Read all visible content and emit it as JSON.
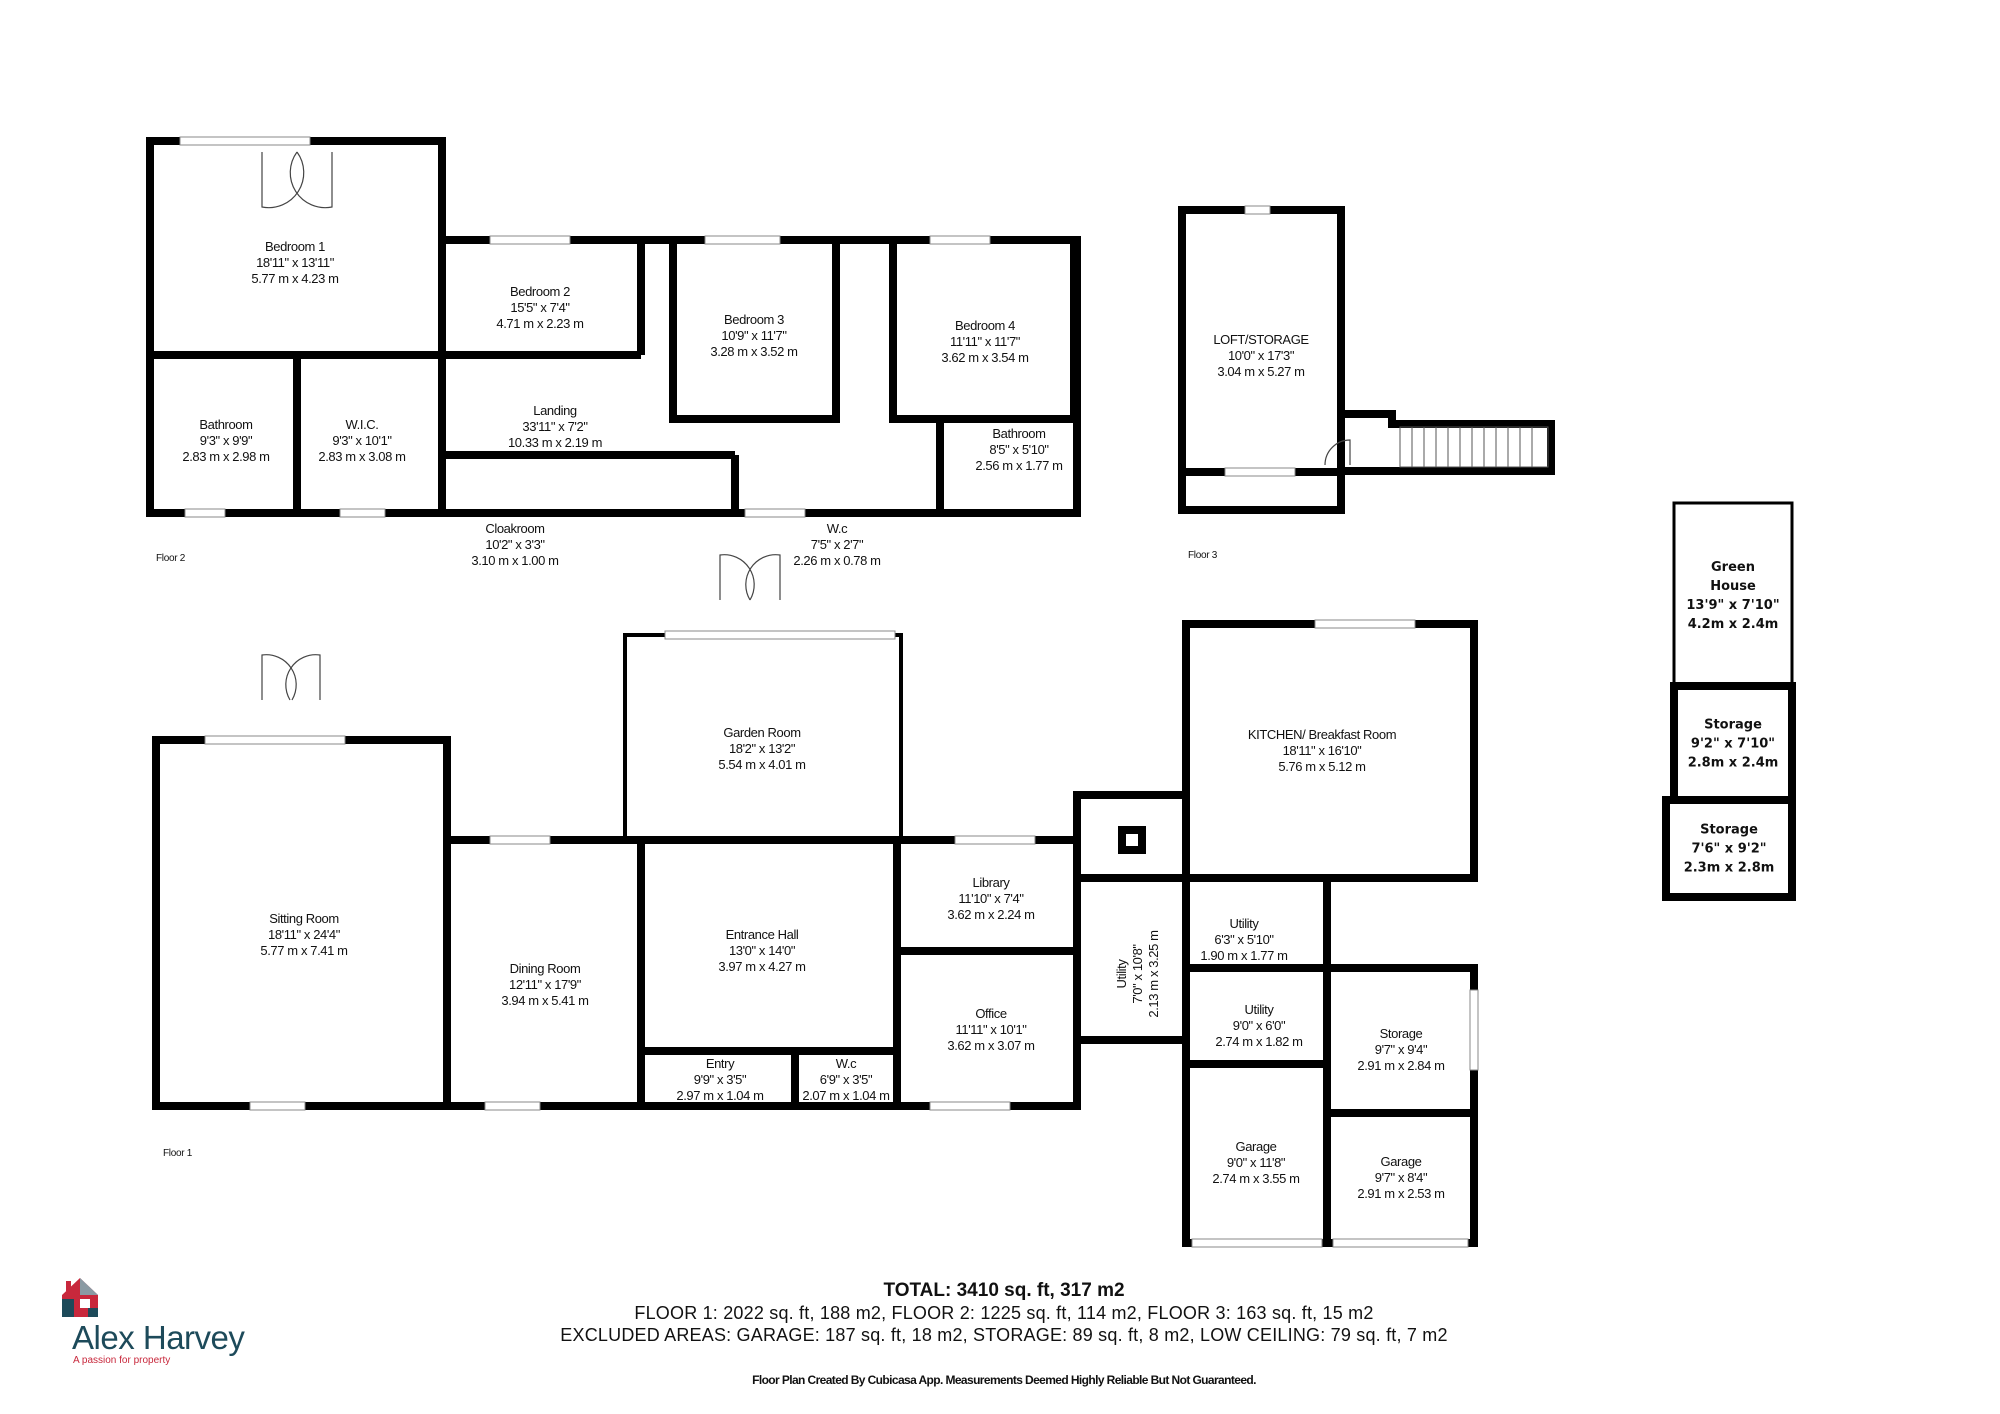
{
  "colors": {
    "wall": "#000000",
    "brand": "#1d4a5a",
    "brand_accent": "#c8283c"
  },
  "floor2": {
    "label": "Floor 2",
    "rooms": [
      {
        "name": "Bedroom 1",
        "imperial": "18'11\" x 13'11\"",
        "metric": "5.77 m x 4.23 m"
      },
      {
        "name": "Bedroom 2",
        "imperial": "15'5\" x 7'4\"",
        "metric": "4.71 m x 2.23 m"
      },
      {
        "name": "Bedroom 3",
        "imperial": "10'9\" x 11'7\"",
        "metric": "3.28 m x 3.52 m"
      },
      {
        "name": "Bedroom 4",
        "imperial": "11'11\" x 11'7\"",
        "metric": "3.62 m x 3.54 m"
      },
      {
        "name": "Bathroom",
        "imperial": "9'3\" x 9'9\"",
        "metric": "2.83 m x 2.98 m"
      },
      {
        "name": "W.I.C.",
        "imperial": "9'3\" x 10'1\"",
        "metric": "2.83 m x 3.08 m"
      },
      {
        "name": "Landing",
        "imperial": "33'11\" x 7'2\"",
        "metric": "10.33 m x 2.19 m"
      },
      {
        "name": "Bathroom",
        "imperial": "8'5\" x 5'10\"",
        "metric": "2.56 m x 1.77 m"
      },
      {
        "name": "Cloakroom",
        "imperial": "10'2\" x 3'3\"",
        "metric": "3.10 m x 1.00 m"
      },
      {
        "name": "W.c",
        "imperial": "7'5\" x 2'7\"",
        "metric": "2.26 m x 0.78 m"
      }
    ]
  },
  "floor3": {
    "label": "Floor 3",
    "rooms": [
      {
        "name": "LOFT/STORAGE",
        "imperial": "10'0\" x 17'3\"",
        "metric": "3.04 m x 5.27 m"
      }
    ]
  },
  "outbuildings": {
    "rooms": [
      {
        "name": "Green",
        "name2": "House",
        "imperial": "13'9\" x 7'10\"",
        "metric": "4.2m x 2.4m"
      },
      {
        "name": "Storage",
        "imperial": "9'2\" x 7'10\"",
        "metric": "2.8m x 2.4m"
      },
      {
        "name": "Storage",
        "imperial": "7'6\" x 9'2\"",
        "metric": "2.3m x 2.8m"
      }
    ]
  },
  "floor1": {
    "label": "Floor 1",
    "rooms": [
      {
        "name": "Sitting Room",
        "imperial": "18'11\" x 24'4\"",
        "metric": "5.77 m x 7.41 m"
      },
      {
        "name": "Dining Room",
        "imperial": "12'11\" x 17'9\"",
        "metric": "3.94 m x 5.41 m"
      },
      {
        "name": "Garden Room",
        "imperial": "18'2\" x 13'2\"",
        "metric": "5.54 m x 4.01 m"
      },
      {
        "name": "Entrance Hall",
        "imperial": "13'0\" x 14'0\"",
        "metric": "3.97 m x 4.27 m"
      },
      {
        "name": "Entry",
        "imperial": "9'9\" x 3'5\"",
        "metric": "2.97 m x 1.04 m"
      },
      {
        "name": "W.c",
        "imperial": "6'9\" x 3'5\"",
        "metric": "2.07 m x 1.04 m"
      },
      {
        "name": "Library",
        "imperial": "11'10\" x 7'4\"",
        "metric": "3.62 m x 2.24 m"
      },
      {
        "name": "Office",
        "imperial": "11'11\" x 10'1\"",
        "metric": "3.62 m x 3.07 m"
      },
      {
        "name": "KITCHEN/ Breakfast Room",
        "imperial": "18'11\" x 16'10\"",
        "metric": "5.76 m x 5.12 m"
      },
      {
        "name": "Utility",
        "imperial": "7'0\" x 10'8\"",
        "metric": "2.13 m x 3.25 m"
      },
      {
        "name": "Utility",
        "imperial": "6'3\" x 5'10\"",
        "metric": "1.90 m x 1.77 m"
      },
      {
        "name": "Utility",
        "imperial": "9'0\" x 6'0\"",
        "metric": "2.74 m x 1.82 m"
      },
      {
        "name": "Storage",
        "imperial": "9'7\" x 9'4\"",
        "metric": "2.91 m x 2.84 m"
      },
      {
        "name": "Garage",
        "imperial": "9'0\" x 11'8\"",
        "metric": "2.74 m x 3.55 m"
      },
      {
        "name": "Garage",
        "imperial": "9'7\" x 8'4\"",
        "metric": "2.91 m x 2.53 m"
      }
    ]
  },
  "summary": {
    "total": "TOTAL: 3410 sq. ft, 317 m2",
    "floors": "FLOOR 1: 2022 sq. ft, 188 m2, FLOOR 2: 1225 sq. ft, 114 m2, FLOOR 3: 163 sq. ft, 15 m2",
    "excluded": "EXCLUDED AREAS: GARAGE: 187 sq. ft, 18 m2, STORAGE: 89 sq. ft, 8 m2, LOW CEILING: 79 sq. ft, 7 m2",
    "disclaimer": "Floor Plan Created By Cubicasa App. Measurements Deemed Highly Reliable But Not Guaranteed."
  },
  "logo": {
    "brand": "Alex Harvey",
    "tagline": "A passion for property"
  }
}
